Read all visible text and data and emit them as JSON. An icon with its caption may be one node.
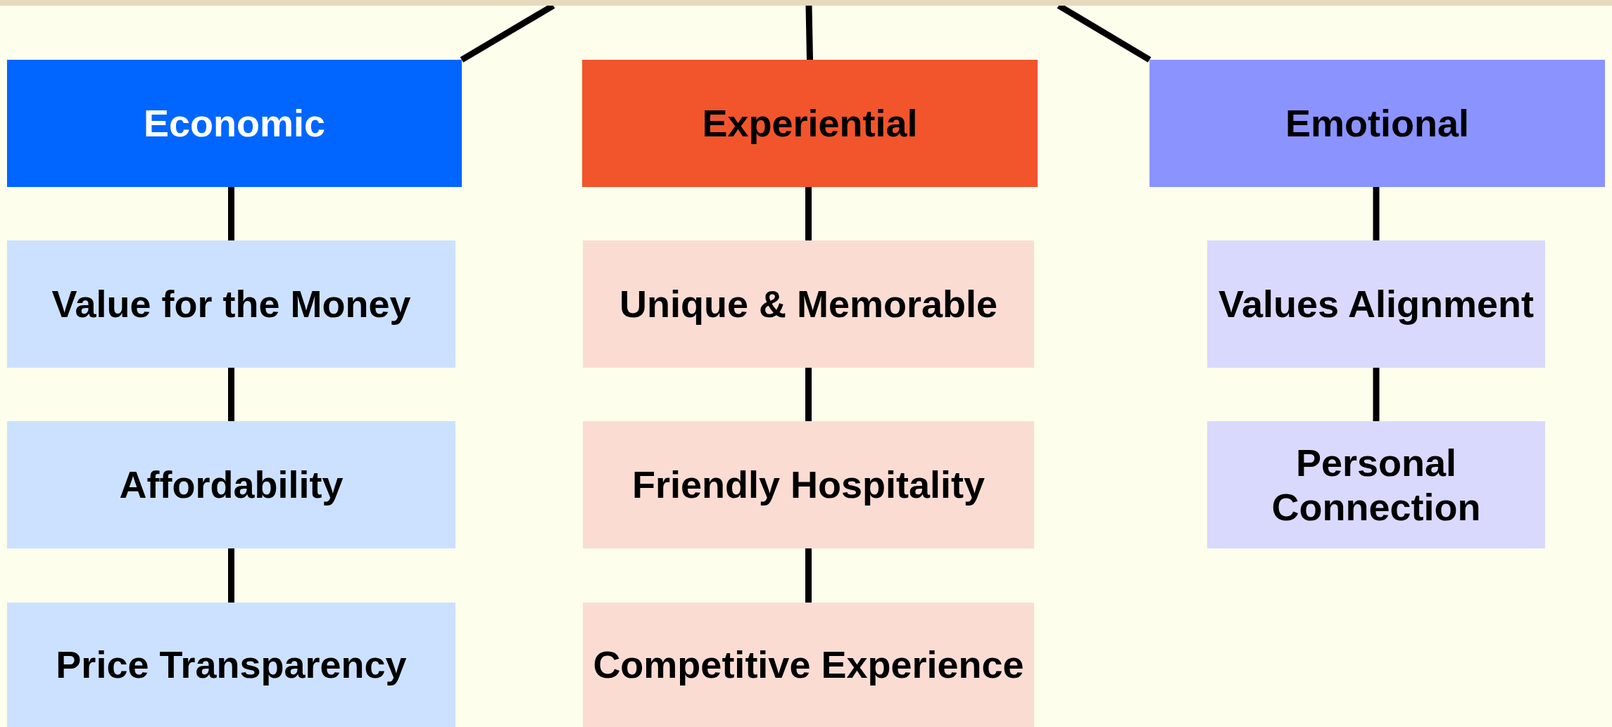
{
  "diagram": {
    "nodes": [
      {
        "text": [],
        "shape": "bar"
      },
      {
        "text": [
          "Economic"
        ]
      },
      {
        "text": [
          "Experiential"
        ]
      },
      {
        "text": [
          "Emotional"
        ]
      },
      {
        "text": [
          "Value for the Money"
        ]
      },
      {
        "text": [
          "Affordability"
        ]
      },
      {
        "text": [
          "Price Transparency"
        ]
      },
      {
        "text": [
          "Unique & Memorable"
        ]
      },
      {
        "text": [
          "Friendly Hospitality"
        ]
      },
      {
        "text": [
          "Competitive Experience"
        ]
      },
      {
        "text": [
          "Values Alignment"
        ]
      },
      {
        "text": [
          "Personal Connection"
        ]
      }
    ],
    "edges": [
      {
        "from": 0,
        "to": 1,
        "arrow": "none"
      },
      {
        "from": 0,
        "to": 2,
        "arrow": "none"
      },
      {
        "from": 0,
        "to": 3,
        "arrow": "none"
      },
      {
        "from": 1,
        "to": 4,
        "arrow": "none"
      },
      {
        "from": 4,
        "to": 5,
        "arrow": "none"
      },
      {
        "from": 5,
        "to": 6,
        "arrow": "none"
      },
      {
        "from": 2,
        "to": 7,
        "arrow": "none"
      },
      {
        "from": 7,
        "to": 8,
        "arrow": "none"
      },
      {
        "from": 8,
        "to": 9,
        "arrow": "none"
      },
      {
        "from": 3,
        "to": 10,
        "arrow": "none"
      },
      {
        "from": 10,
        "to": 11,
        "arrow": "none"
      }
    ]
  }
}
